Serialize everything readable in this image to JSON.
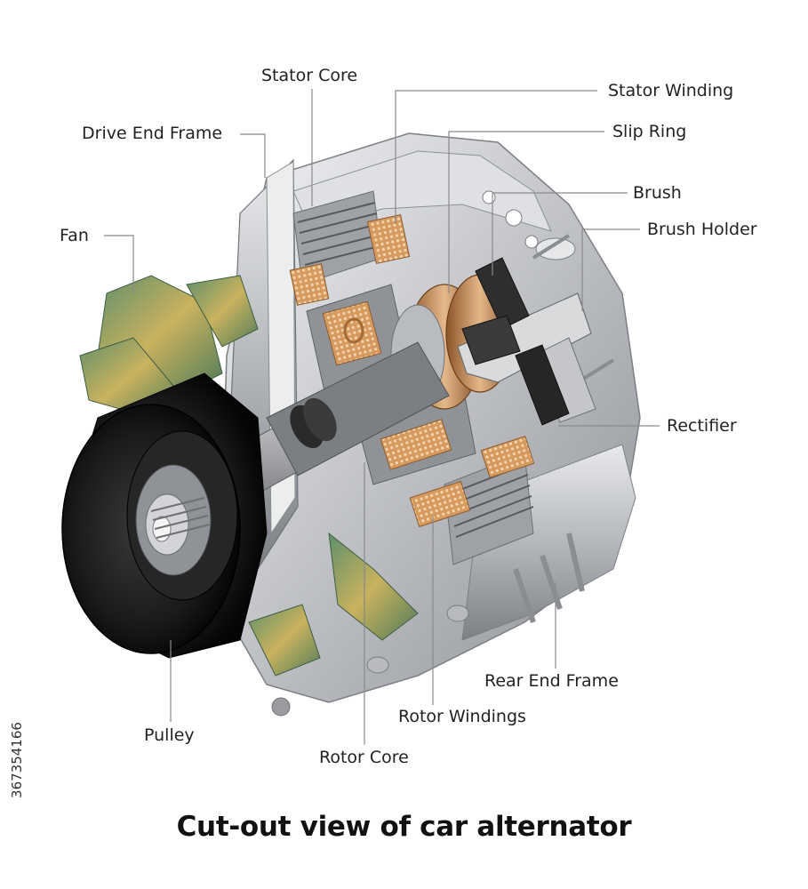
{
  "title": "Cut-out view of car alternator",
  "stock_id": "367354166",
  "labels": {
    "stator_core": "Stator Core",
    "stator_winding": "Stator Winding",
    "drive_end_frame": "Drive End Frame",
    "slip_ring": "Slip Ring",
    "brush": "Brush",
    "fan": "Fan",
    "brush_holder": "Brush Holder",
    "rectifier": "Rectifier",
    "rear_end_frame": "Rear End Frame",
    "rotor_windings": "Rotor Windings",
    "pulley": "Pulley",
    "rotor_core": "Rotor Core"
  },
  "colors": {
    "housing": "#c9cbcf",
    "housing_dark": "#8e9196",
    "pulley": "#1c1c1c",
    "winding_copper": "#d9a56a",
    "fan_green": "#6f9a6a",
    "fan_gold": "#c6a85a",
    "brush": "#2a2a2a",
    "leader_line": "#8a8a8a"
  }
}
